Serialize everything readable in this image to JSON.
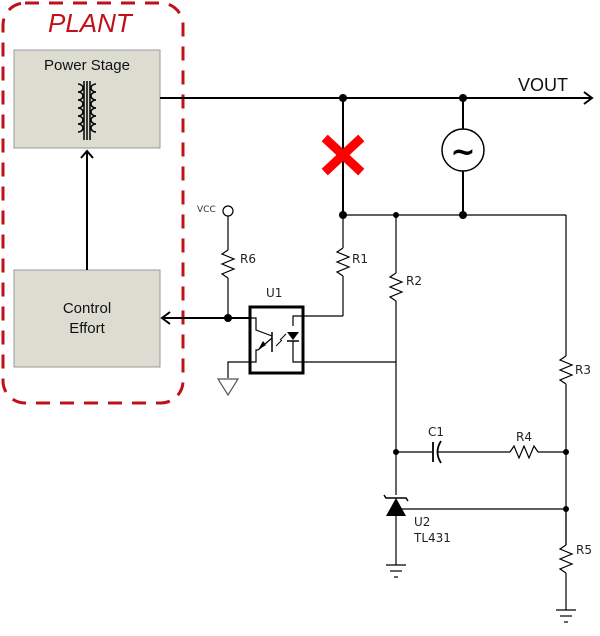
{
  "diagram": {
    "title": "Feedback loop schematic with broken loop injection",
    "plant": {
      "label": "PLANT",
      "border_color": "#c0101a",
      "blocks": [
        {
          "id": "power_stage",
          "label": "Power Stage",
          "icon": "transformer-icon"
        },
        {
          "id": "control_effort",
          "label_line1": "Control",
          "label_line2": "Effort"
        }
      ],
      "block_fill": "#dcddd0"
    },
    "output": {
      "label": "VOUT"
    },
    "injection": {
      "symbol": "~",
      "icon": "ac-source-icon"
    },
    "break_marker": {
      "icon": "break-x-icon",
      "color": "#ff0000"
    },
    "supply": {
      "label": "VCC"
    },
    "components": {
      "R1": "R1",
      "R2": "R2",
      "R3": "R3",
      "R4": "R4",
      "R5": "R5",
      "R6": "R6",
      "C1": "C1",
      "U1": "U1",
      "U2_ref": "U2",
      "U2_part": "TL431"
    }
  }
}
